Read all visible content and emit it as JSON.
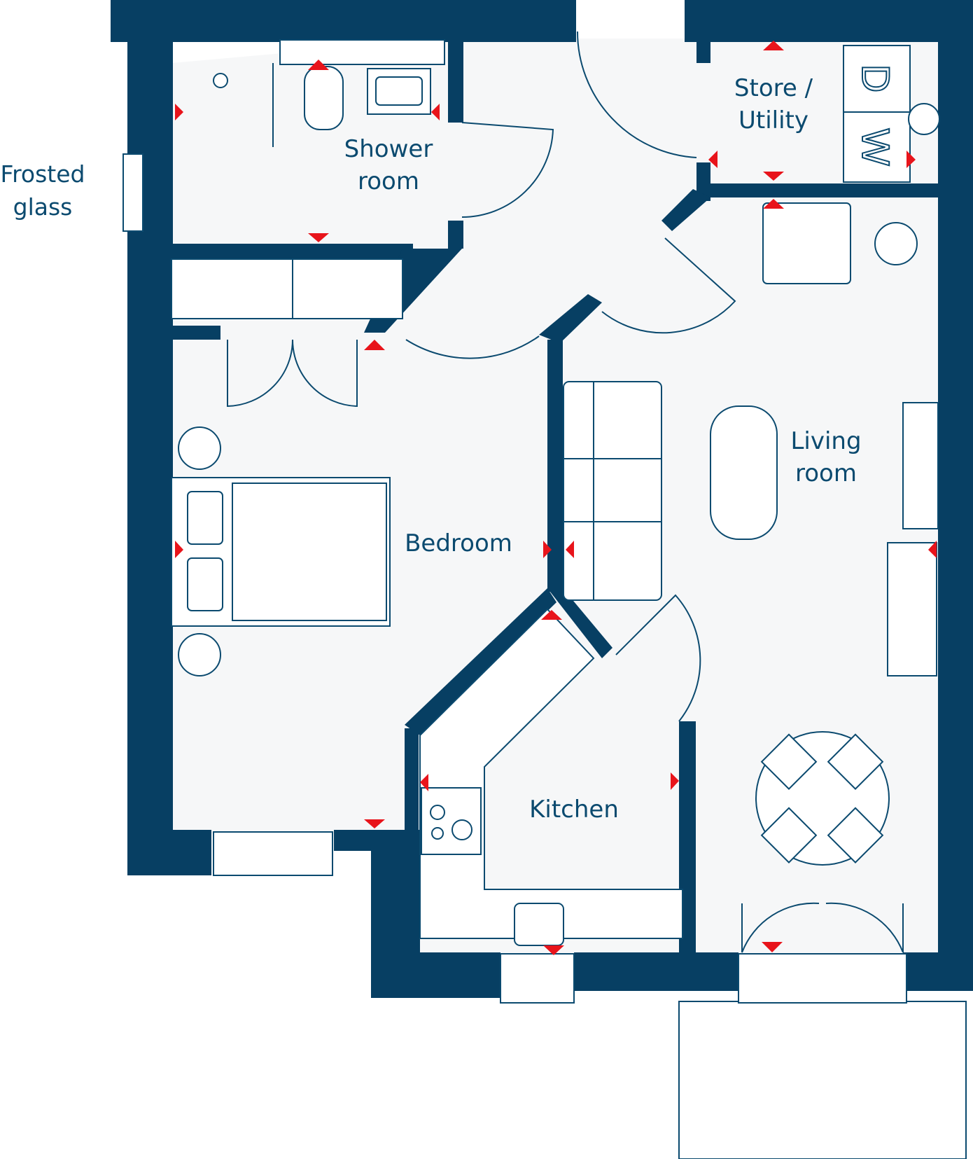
{
  "rooms": {
    "shower": {
      "line1": "Shower",
      "line2": "room"
    },
    "store": {
      "line1": "Store /",
      "line2": "Utility"
    },
    "living": {
      "line1": "Living",
      "line2": "room"
    },
    "bedroom": {
      "label": "Bedroom"
    },
    "kitchen": {
      "label": "Kitchen"
    }
  },
  "notes": {
    "frosted_line1": "Frosted",
    "frosted_line2": "glass"
  },
  "appliance": {
    "dryer": "D",
    "washer": "W"
  },
  "colors": {
    "wall": "#073f63",
    "line": "#0b4a6f",
    "marker": "#e8141b",
    "floor": "#f6f7f8"
  },
  "icons": [
    "triangle-marker-icon",
    "door-swing-icon",
    "window-icon",
    "bed-icon",
    "sofa-icon",
    "armchair-icon",
    "dining-table-icon",
    "toilet-icon",
    "sink-icon",
    "shower-icon",
    "hob-icon",
    "lamp-icon"
  ]
}
